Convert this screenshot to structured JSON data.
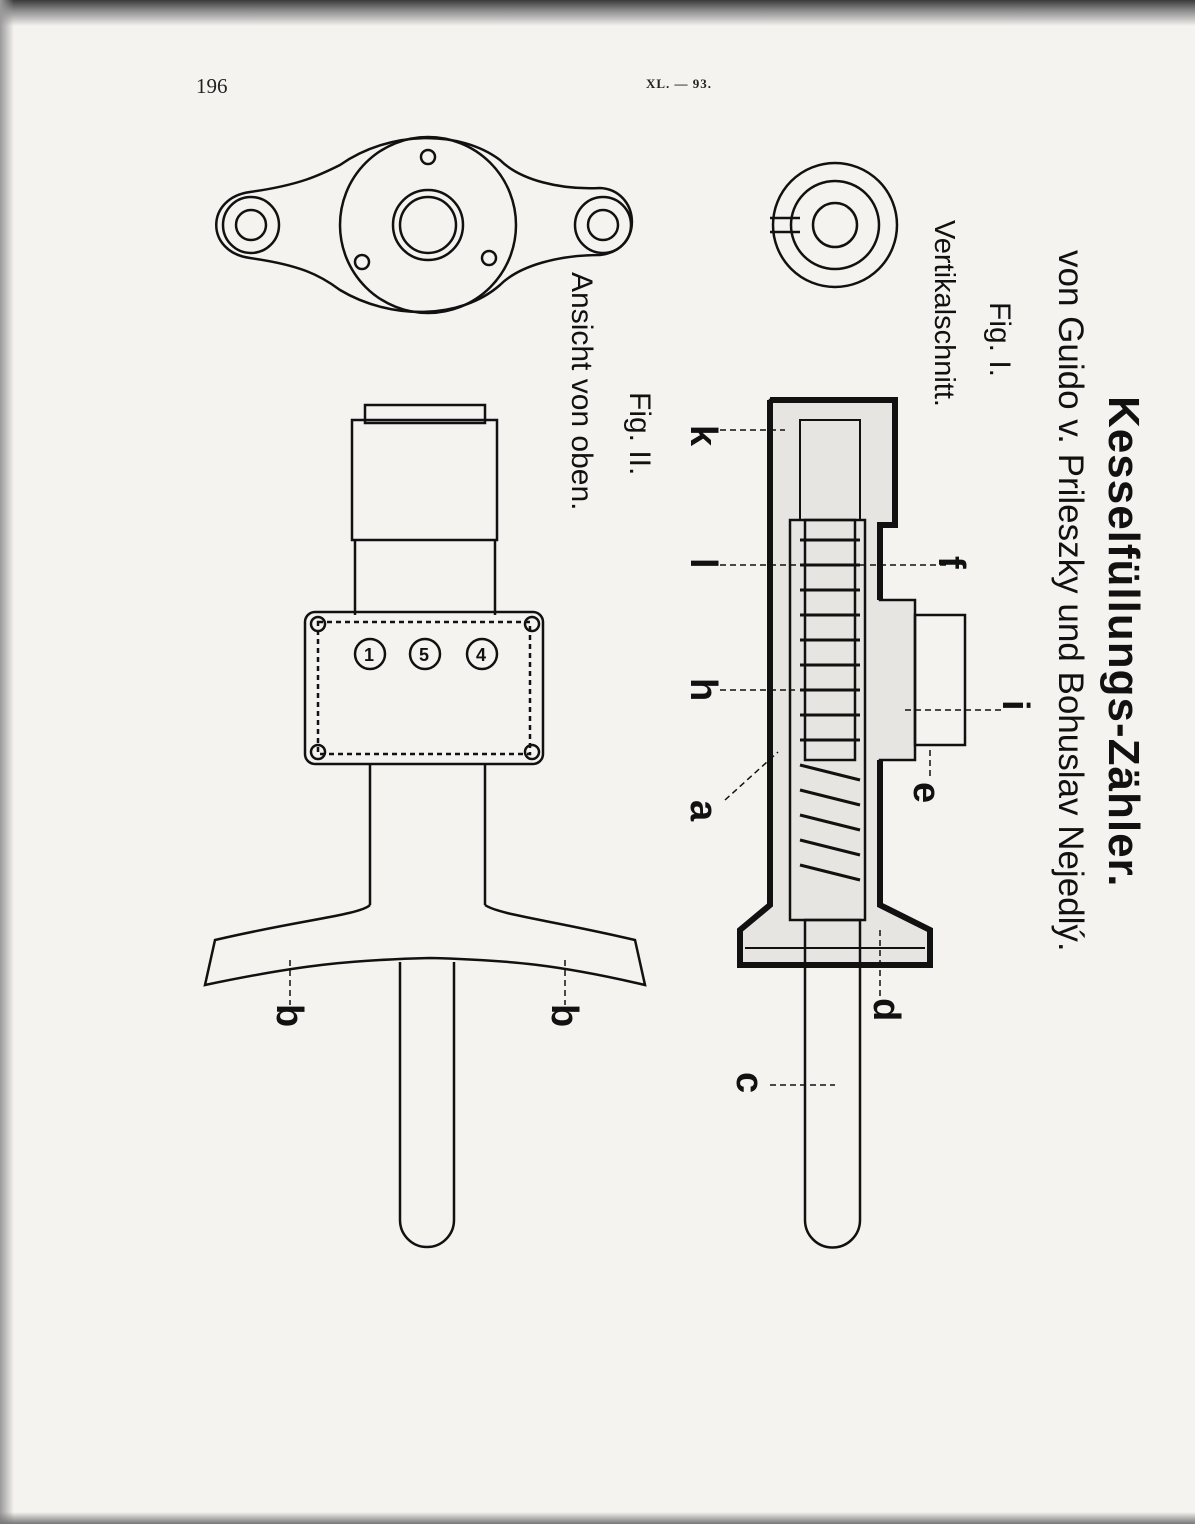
{
  "header": {
    "page_number": "196",
    "reference": "XL. — 93."
  },
  "title": "Kesselfüllungs-Zähler.",
  "authors": "von Guido v. Prileszky und Bohuslav Nejedlý.",
  "figures": {
    "fig1_label": "Fig. I.",
    "fig1_caption": "Vertikalschnitt.",
    "fig2_label": "Fig. II.",
    "fig2_caption": "Ansicht von oben."
  },
  "counter_digits": [
    "1",
    "5",
    "4"
  ],
  "part_labels": {
    "k": "k",
    "l": "l",
    "h": "h",
    "a": "a",
    "f": "f",
    "i": "i",
    "e": "e",
    "d": "d",
    "c": "c",
    "b_left": "b",
    "b_right": "b"
  }
}
